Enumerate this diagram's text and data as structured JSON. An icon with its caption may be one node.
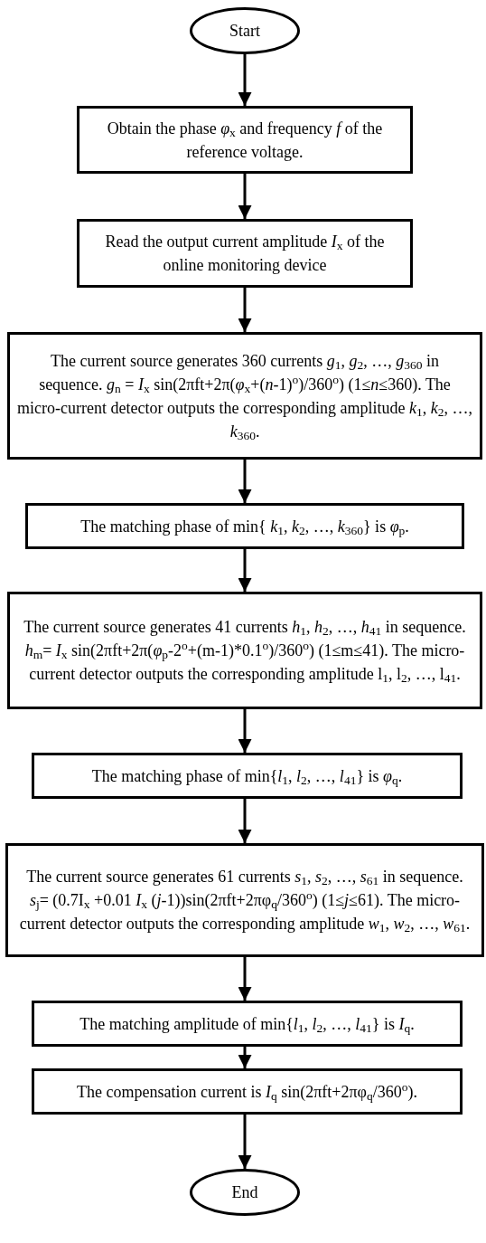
{
  "diagram": {
    "nodes": [
      {
        "text": [
          "Start"
        ]
      },
      {
        "text": [
          "Obtain the phase *φ*$_{x}$ and frequency *f* of the reference voltage."
        ]
      },
      {
        "text": [
          "Read the output current amplitude *I*$_{x}$ of the online monitoring device"
        ]
      },
      {
        "text": [
          "The current source generates 360 currents *g*$_{1}$, *g*$_{2}$, …, *g*$_{360}$ in sequence. *g*$_{n}$ = *I*$_{x}$ sin(2πft+2π(*φ*$_{x}$+(*n*-1)$^{o}$)/360$^{o}$) (1≤*n*≤360). The micro-current detector outputs the corresponding amplitude *k*$_{1}$, *k*$_{2}$, …, *k*$_{360}$."
        ]
      },
      {
        "text": [
          "The matching phase of min{ *k*$_{1}$, *k*$_{2}$, …, *k*$_{360}$} is *φ*$_{p}$."
        ]
      },
      {
        "text": [
          "The current source generates 41 currents *h*$_{1}$, *h*$_{2}$, …, *h*$_{41}$ in sequence. *h*$_{m}$= *I*$_{x}$ sin(2πft+2π(*φ*$_{p}$-2$^{o}$+(m-1)*0.1$^{o}$)/360$^{o}$) (1≤m≤41). The micro-current detector outputs the corresponding amplitude l$_{1}$, l$_{2}$, …, l$_{41}$."
        ]
      },
      {
        "text": [
          "The matching phase of min{*l*$_{1}$, *l*$_{2}$, …, *l*$_{41}$} is *φ*$_{q}$."
        ]
      },
      {
        "text": [
          "The current source generates 61 currents *s*$_{1}$, *s*$_{2}$, …, *s*$_{61}$ in sequence. *s*$_{j}$= (0.7I$_{x}$ +0.01 *I*$_{x}$ (*j*-1))sin(2πft+2πφ$_{q}$/360$^{o}$) (1≤*j*≤61). The micro-current detector outputs the corresponding amplitude *w*$_{1}$, *w*$_{2}$, …, *w*$_{61}$."
        ]
      },
      {
        "text": [
          "The matching amplitude of min{*l*$_{1}$, *l*$_{2}$, …, *l*$_{41}$} is *I*$_{q}$."
        ]
      },
      {
        "text": [
          "The compensation current is *I*$_{q}$ sin(2πft+2πφ$_{q}$/360$^{o}$)."
        ]
      },
      {
        "text": [
          "End"
        ]
      }
    ],
    "edges": [
      {
        "from": 0,
        "to": 1,
        "arrow": "to"
      },
      {
        "from": 1,
        "to": 2,
        "arrow": "to"
      },
      {
        "from": 2,
        "to": 3,
        "arrow": "to"
      },
      {
        "from": 3,
        "to": 4,
        "arrow": "to"
      },
      {
        "from": 4,
        "to": 5,
        "arrow": "to"
      },
      {
        "from": 5,
        "to": 6,
        "arrow": "to"
      },
      {
        "from": 6,
        "to": 7,
        "arrow": "to"
      },
      {
        "from": 7,
        "to": 8,
        "arrow": "to"
      },
      {
        "from": 8,
        "to": 9,
        "arrow": "to"
      },
      {
        "from": 9,
        "to": 10,
        "arrow": "to"
      }
    ]
  }
}
